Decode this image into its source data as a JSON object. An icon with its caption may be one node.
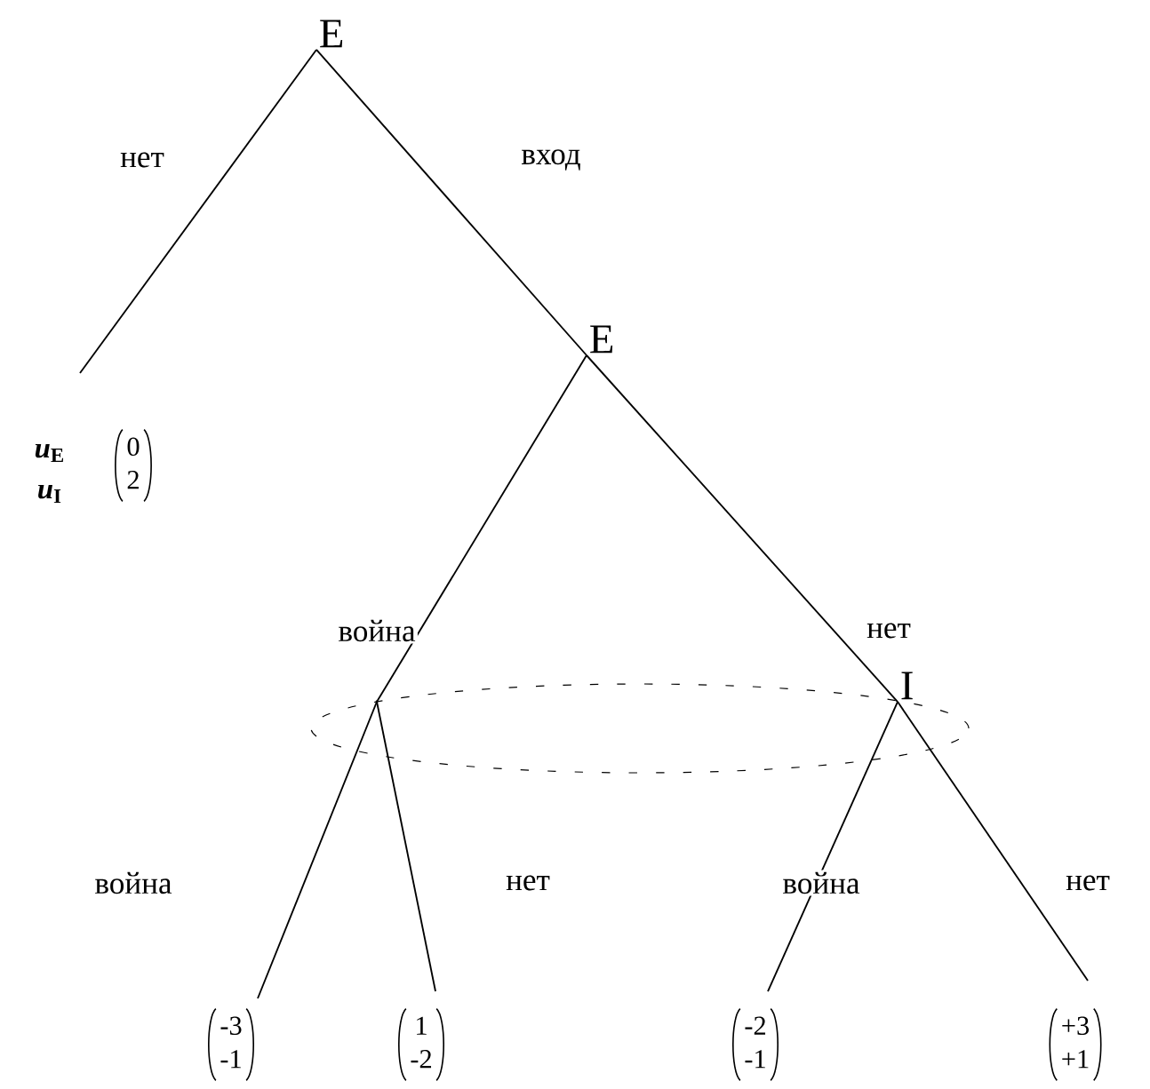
{
  "diagram": {
    "nodes": [
      {
        "text": [
          "E"
        ]
      },
      {
        "text": [
          "0",
          "2"
        ]
      },
      {
        "text": [
          "E"
        ]
      },
      {
        "text": [],
        "shape": "point"
      },
      {
        "text": [
          "I"
        ]
      },
      {
        "text": [
          "-3",
          "-1"
        ]
      },
      {
        "text": [
          "1",
          "-2"
        ]
      },
      {
        "text": [
          "-2",
          "-1"
        ]
      },
      {
        "text": [
          "+3",
          "+1"
        ]
      }
    ],
    "edges": [
      {
        "from": 0,
        "to": 1,
        "arrow": "none",
        "label": "нет"
      },
      {
        "from": 0,
        "to": 2,
        "arrow": "none",
        "label": "вход"
      },
      {
        "from": 2,
        "to": 3,
        "arrow": "none",
        "label": "война"
      },
      {
        "from": 2,
        "to": 4,
        "arrow": "none",
        "label": "нет"
      },
      {
        "from": 3,
        "to": 5,
        "arrow": "none",
        "label": "война"
      },
      {
        "from": 3,
        "to": 6,
        "arrow": "none",
        "label": "нет"
      },
      {
        "from": 4,
        "to": 7,
        "arrow": "none",
        "label": "война"
      },
      {
        "from": 4,
        "to": 8,
        "arrow": "none",
        "label": "нет"
      }
    ],
    "labels": [
      "*u*$_{E}$",
      "*u*$_{I}$"
    ]
  }
}
